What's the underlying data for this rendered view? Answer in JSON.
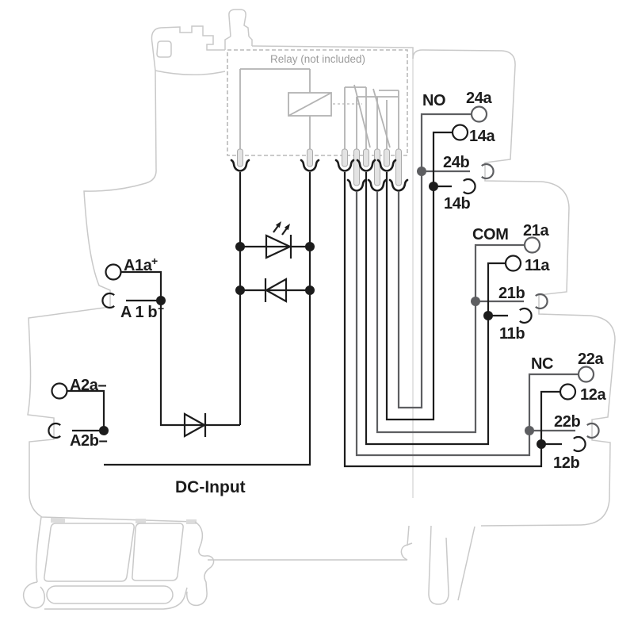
{
  "relay": {
    "caption": "Relay (not included)"
  },
  "sections": {
    "no": {
      "title": "NO",
      "t2a": "24a",
      "t1a": "14a",
      "t2b": "24b",
      "t1b": "14b"
    },
    "com": {
      "title": "COM",
      "t2a": "21a",
      "t1a": "11a",
      "t2b": "21b",
      "t1b": "11b"
    },
    "nc": {
      "title": "NC",
      "t2a": "22a",
      "t1a": "12a",
      "t2b": "22b",
      "t1b": "12b"
    }
  },
  "coil_input": {
    "caption": "DC-Input",
    "a1a": "A1a",
    "a1a_sign": "+",
    "a1b": "A 1 b",
    "a1b_sign": "+",
    "a2a": "A2a–",
    "a2b": "A2b–"
  },
  "colors": {
    "pole1_lines": "#1c1c1c",
    "pole2_lines": "#5d5e61",
    "housing_outline": "#c9c9c9",
    "relay_internals": "#b3b3b3",
    "label_text": "#1c1c1c",
    "relay_caption": "#9c9c9c"
  }
}
